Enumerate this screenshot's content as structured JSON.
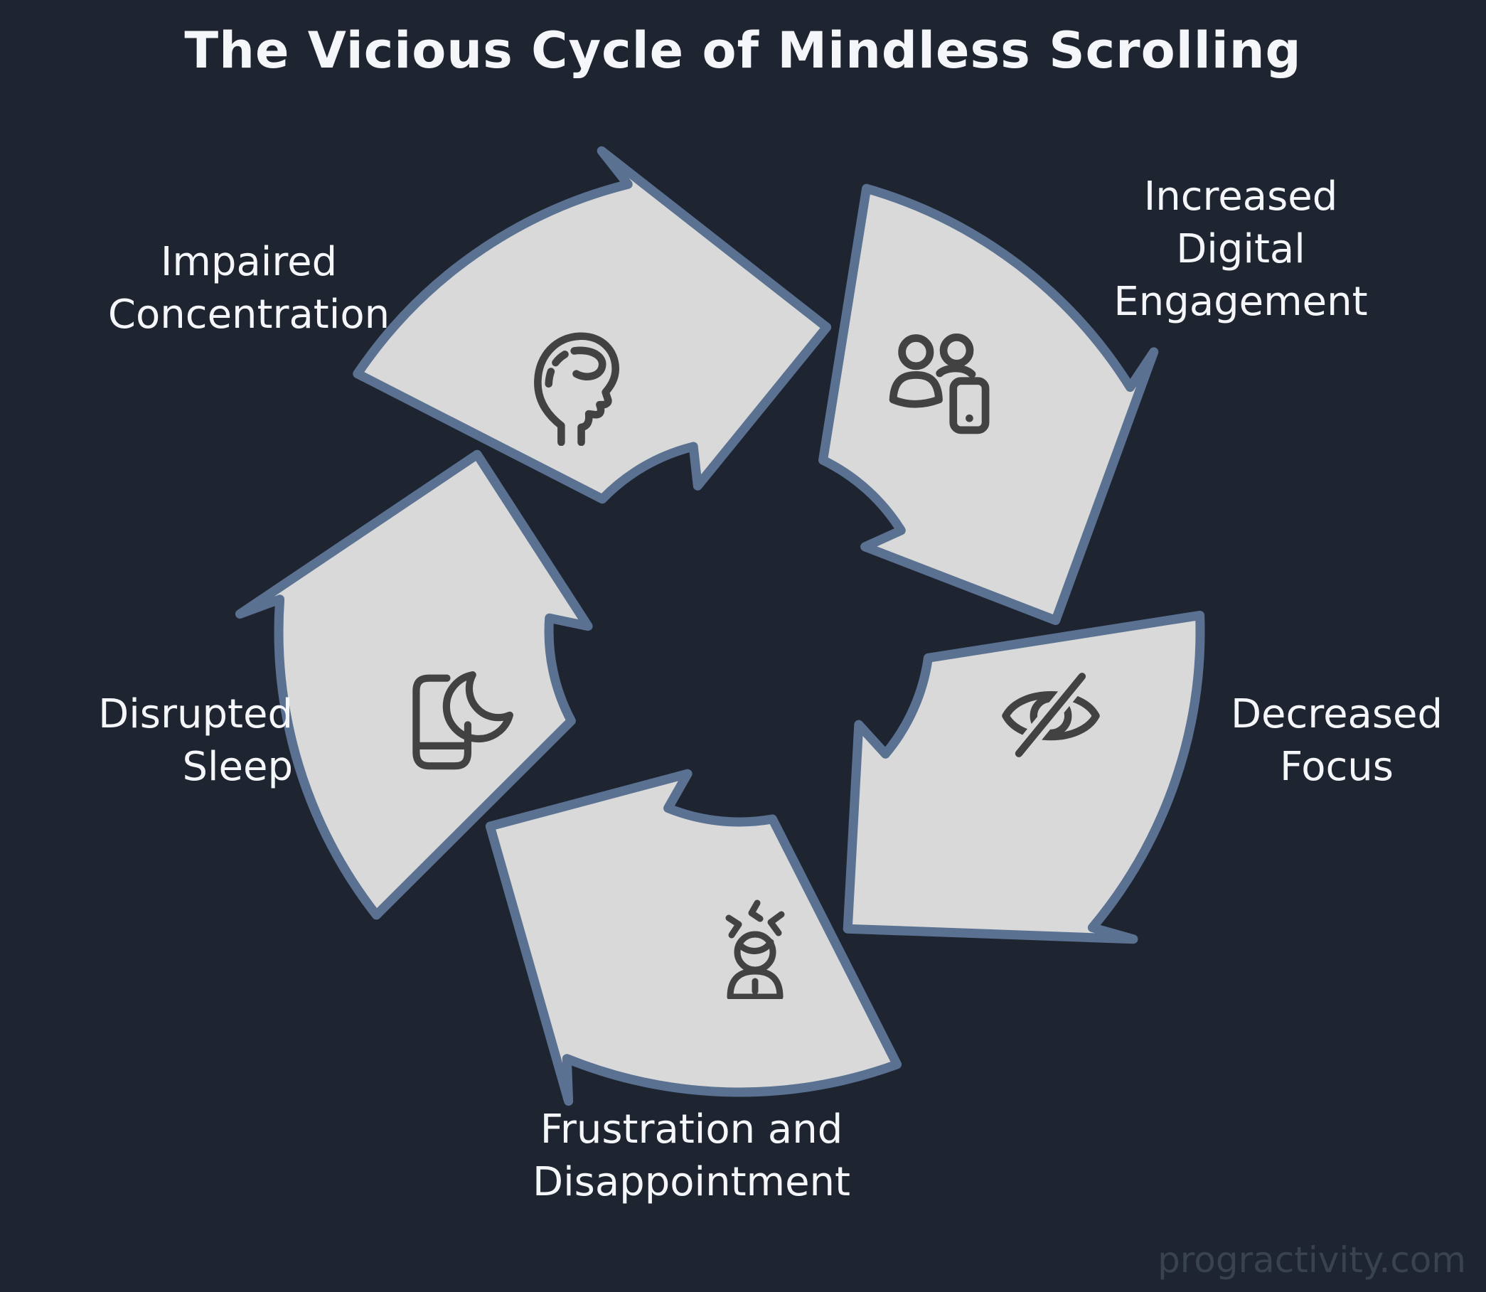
{
  "title": "The Vicious Cycle of Mindless Scrolling",
  "watermark": "progractivity.com",
  "colors": {
    "background": "#1e2430",
    "ring_fill": "#d8d9d8",
    "ring_stroke": "#5a7192",
    "icon_stroke": "#424242",
    "text": "#f4f6f9",
    "watermark_text": "#39424f"
  },
  "segments": [
    {
      "label": "Impaired Concentration",
      "lines": [
        "Impaired",
        "Concentration"
      ],
      "icon": "head-brain-icon"
    },
    {
      "label": "Increased Digital Engagement",
      "lines": [
        "Increased",
        "Digital",
        "Engagement"
      ],
      "icon": "people-phone-icon"
    },
    {
      "label": "Decreased Focus",
      "lines": [
        "Decreased",
        "Focus"
      ],
      "icon": "eye-off-icon"
    },
    {
      "label": "Frustration and Disappointment",
      "lines": [
        "Frustration and",
        "Disappointment"
      ],
      "icon": "frustrated-person-icon"
    },
    {
      "label": "Disrupted Sleep",
      "lines": [
        "Disrupted",
        "Sleep"
      ],
      "icon": "phone-moon-icon"
    }
  ]
}
